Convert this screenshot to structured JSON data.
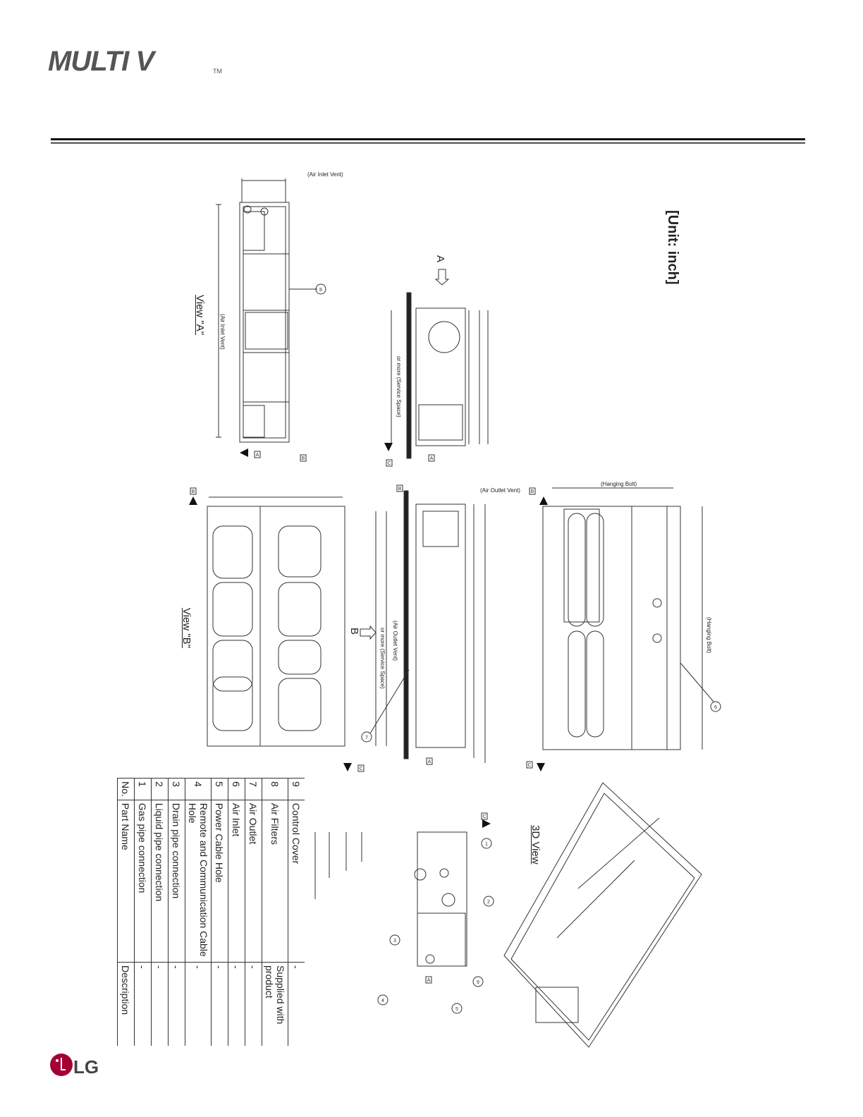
{
  "header": {
    "brand_logo": "MULTI V",
    "trademark": "TM"
  },
  "unit_label": "[Unit: inch]",
  "views": {
    "view_a": "View \"A\"",
    "view_b": "View \"B\"",
    "view_3d": "3D View",
    "arrow_a": "A",
    "arrow_b": "B"
  },
  "dimension_notes": {
    "air_inlet_vent_top": "(Air Inlet Vent)",
    "air_inlet_vent_side": "(Air Inlet Vent)",
    "service_space_a": "or more (Service Space)",
    "air_outlet_vent_top": "(Air Outlet Vent)",
    "air_outlet_vent_side": "(Air Outlet Vent)",
    "service_space_b": "or more (Service Space)",
    "hanging_bolt_top": "(Hanging Bolt)",
    "hanging_bolt_side": "(Hanging Bolt)"
  },
  "callouts": [
    "1",
    "2",
    "3",
    "4",
    "5",
    "6",
    "7",
    "8",
    "9"
  ],
  "section_marks": [
    "A",
    "B",
    "C"
  ],
  "parts_table": {
    "headers": {
      "no": "No.",
      "part_name": "Part Name",
      "description": "Description"
    },
    "rows": [
      {
        "no": "9",
        "part": "Control Cover",
        "desc": "-"
      },
      {
        "no": "8",
        "part": "Air Filters",
        "desc": "Supplied with product"
      },
      {
        "no": "7",
        "part": "Air Outlet",
        "desc": "-"
      },
      {
        "no": "6",
        "part": "Air Inlet",
        "desc": "-"
      },
      {
        "no": "5",
        "part": "Power Cable Hole",
        "desc": "-"
      },
      {
        "no": "4",
        "part": "Remote and Communication Cable Hole",
        "desc": "-"
      },
      {
        "no": "3",
        "part": "Drain pipe connection",
        "desc": "-"
      },
      {
        "no": "2",
        "part": "Liquid pipe connection",
        "desc": "-"
      },
      {
        "no": "1",
        "part": "Gas pipe connection",
        "desc": "-"
      }
    ]
  },
  "footer": {
    "brand": "LG"
  },
  "colors": {
    "lg_red": "#a50034",
    "ink": "#222222"
  }
}
